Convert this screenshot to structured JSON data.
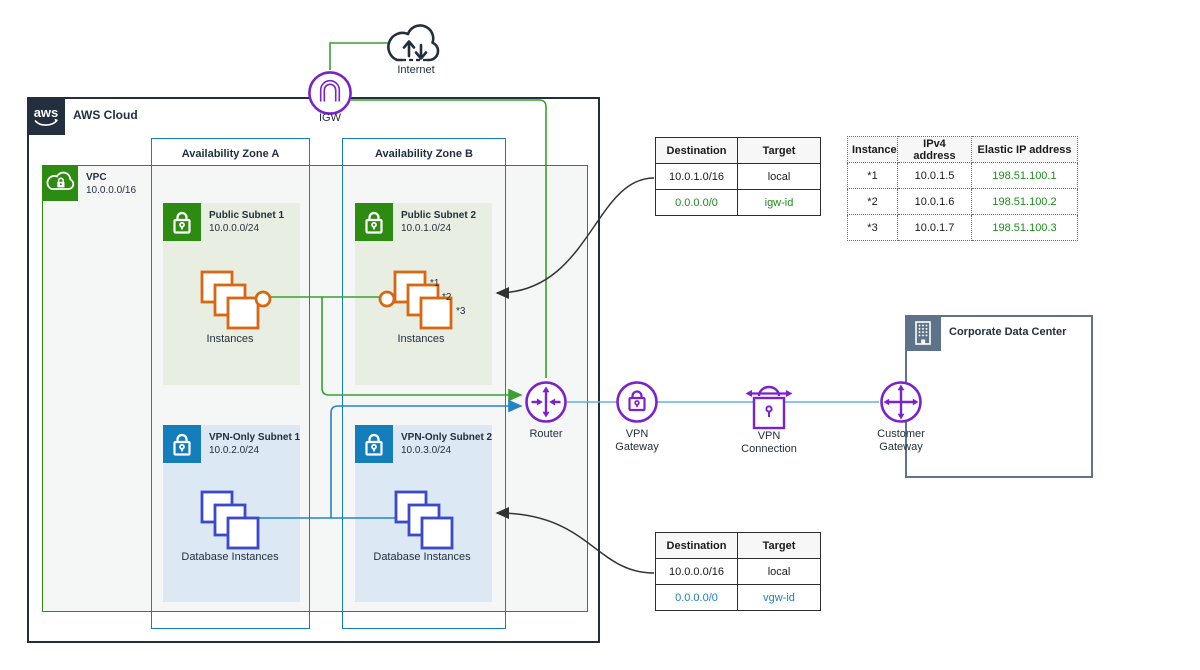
{
  "colors": {
    "dark_navy": "#232f3e",
    "green_border": "#2e8b12",
    "green_line": "#3aa02f",
    "green_text": "#1e8c1e",
    "az_blue": "#147EBA",
    "blue_line": "#2383c4",
    "light_blue_line": "#64b0e0",
    "blue_text": "#1a7fc1",
    "purple": "#7A22CE",
    "instance_orange": "#d86613",
    "db_blue": "#3b48cc",
    "public_subnet_fill": "#e8efe2",
    "vpn_subnet_fill": "#dce8f4",
    "vpc_fill": "#f5f6f6",
    "slate": "#5e7389"
  },
  "internet": {
    "label": "Internet"
  },
  "igw": {
    "label": "IGW"
  },
  "aws_cloud": {
    "logo_text": "aws",
    "label": "AWS Cloud"
  },
  "vpc": {
    "label": "VPC",
    "cidr": "10.0.0.0/16"
  },
  "zones": {
    "a": "Availability Zone A",
    "b": "Availability Zone B"
  },
  "subnets": {
    "public1": {
      "title": "Public Subnet 1",
      "cidr": "10.0.0.0/24",
      "instances_label": "Instances"
    },
    "public2": {
      "title": "Public Subnet 2",
      "cidr": "10.0.1.0/24",
      "instances_label": "Instances",
      "annotations": [
        "*1",
        "*2",
        "*3"
      ]
    },
    "vpn1": {
      "title": "VPN-Only Subnet 1",
      "cidr": "10.0.2.0/24",
      "instances_label": "Database Instances"
    },
    "vpn2": {
      "title": "VPN-Only Subnet 2",
      "cidr": "10.0.3.0/24",
      "instances_label": "Database Instances"
    }
  },
  "nodes": {
    "router": "Router",
    "vpn_gateway": "VPN Gateway",
    "vpn_connection": "VPN Connection",
    "customer_gateway": "Customer Gateway",
    "corporate": "Corporate Data Center"
  },
  "route_table_public": {
    "headers": [
      "Destination",
      "Target"
    ],
    "rows": [
      [
        "10.0.1.0/16",
        "local"
      ],
      [
        "0.0.0.0/0",
        "igw-id"
      ]
    ],
    "accent_rows": [
      1
    ],
    "accent": "#1e8c1e"
  },
  "route_table_vpn": {
    "headers": [
      "Destination",
      "Target"
    ],
    "rows": [
      [
        "10.0.0.0/16",
        "local"
      ],
      [
        "0.0.0.0/0",
        "vgw-id"
      ]
    ],
    "accent_rows": [
      1
    ],
    "accent": "#1a7fc1"
  },
  "elastic_ip_table": {
    "headers": [
      "Instance",
      "IPv4 address",
      "Elastic IP address"
    ],
    "rows": [
      [
        "*1",
        "10.0.1.5",
        "198.51.100.1"
      ],
      [
        "*2",
        "10.0.1.6",
        "198.51.100.2"
      ],
      [
        "*3",
        "10.0.1.7",
        "198.51.100.3"
      ]
    ],
    "accent_cols": [
      2
    ],
    "accent": "#1e8c1e"
  }
}
